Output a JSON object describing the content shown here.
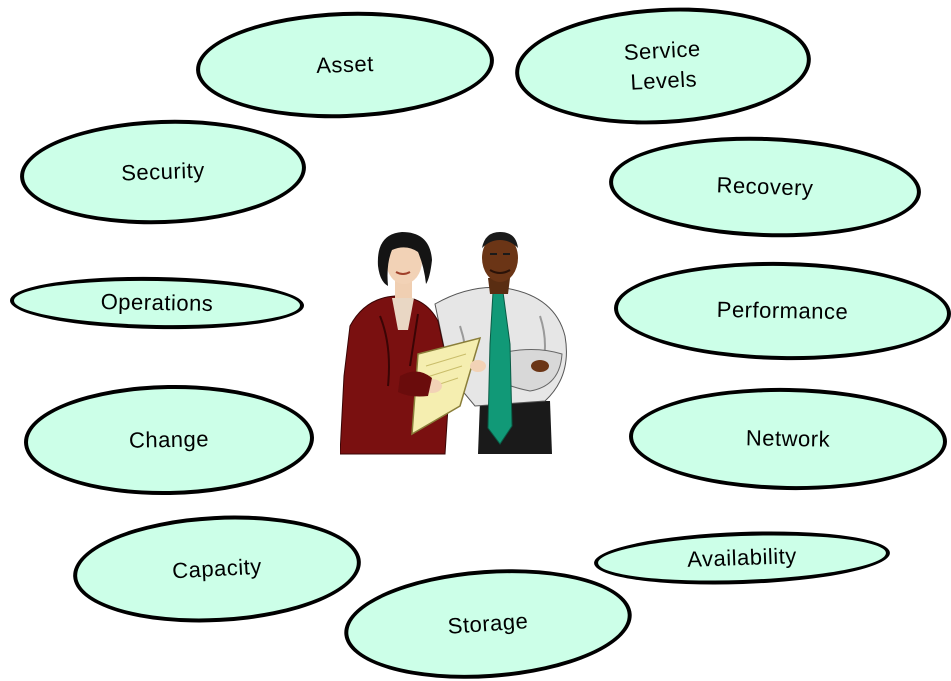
{
  "diagram": {
    "center_image": "two-business-people-clipart",
    "fill_color": "#ccffe8",
    "border_color": "#000000",
    "nodes": [
      {
        "id": "asset",
        "label": "Asset"
      },
      {
        "id": "service-levels",
        "label": "Service\nLevels"
      },
      {
        "id": "security",
        "label": "Security"
      },
      {
        "id": "recovery",
        "label": "Recovery"
      },
      {
        "id": "operations",
        "label": "Operations"
      },
      {
        "id": "performance",
        "label": "Performance"
      },
      {
        "id": "change",
        "label": "Change"
      },
      {
        "id": "network",
        "label": "Network"
      },
      {
        "id": "capacity",
        "label": "Capacity"
      },
      {
        "id": "availability",
        "label": "Availability"
      },
      {
        "id": "storage",
        "label": "Storage"
      }
    ]
  }
}
